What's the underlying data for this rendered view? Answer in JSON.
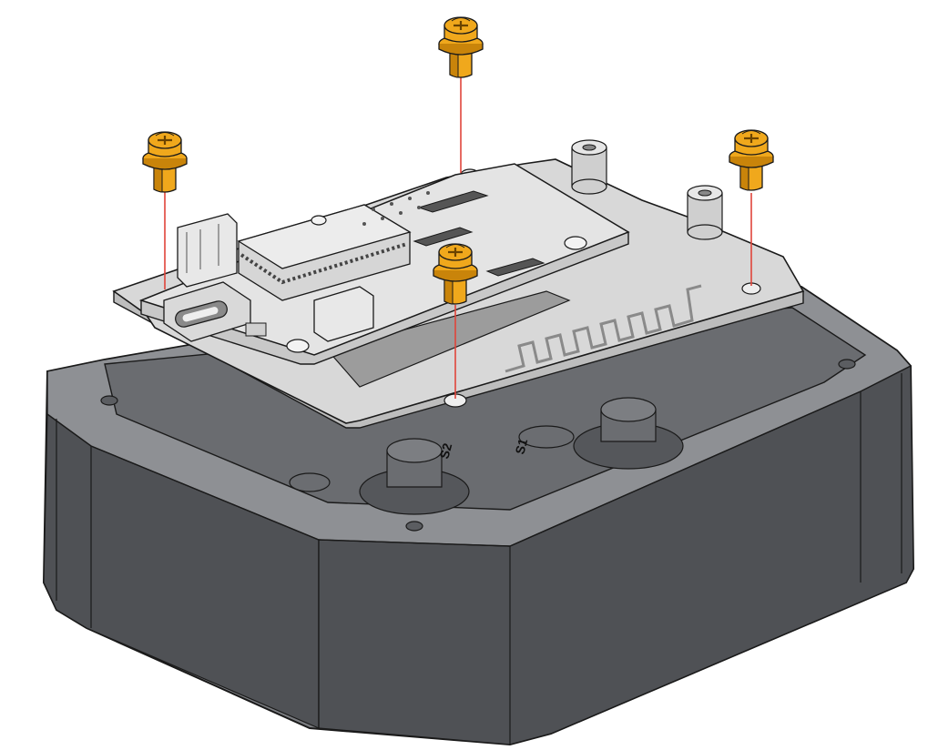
{
  "figure": {
    "kind": "exploded-assembly-illustration",
    "screw_count": 4,
    "board_markings": [
      "S1",
      "S2"
    ],
    "colors": {
      "enclosure": "#7a7c80",
      "enclosure_dark": "#4f5155",
      "enclosure_top": "#8e9094",
      "plate": "#d8d8d8",
      "pcb": "#e4e4e4",
      "screw": "#f0a81c",
      "screw_shade": "#c9840a",
      "guide_line": "#e0443a",
      "outline": "#1a1a1a"
    }
  }
}
